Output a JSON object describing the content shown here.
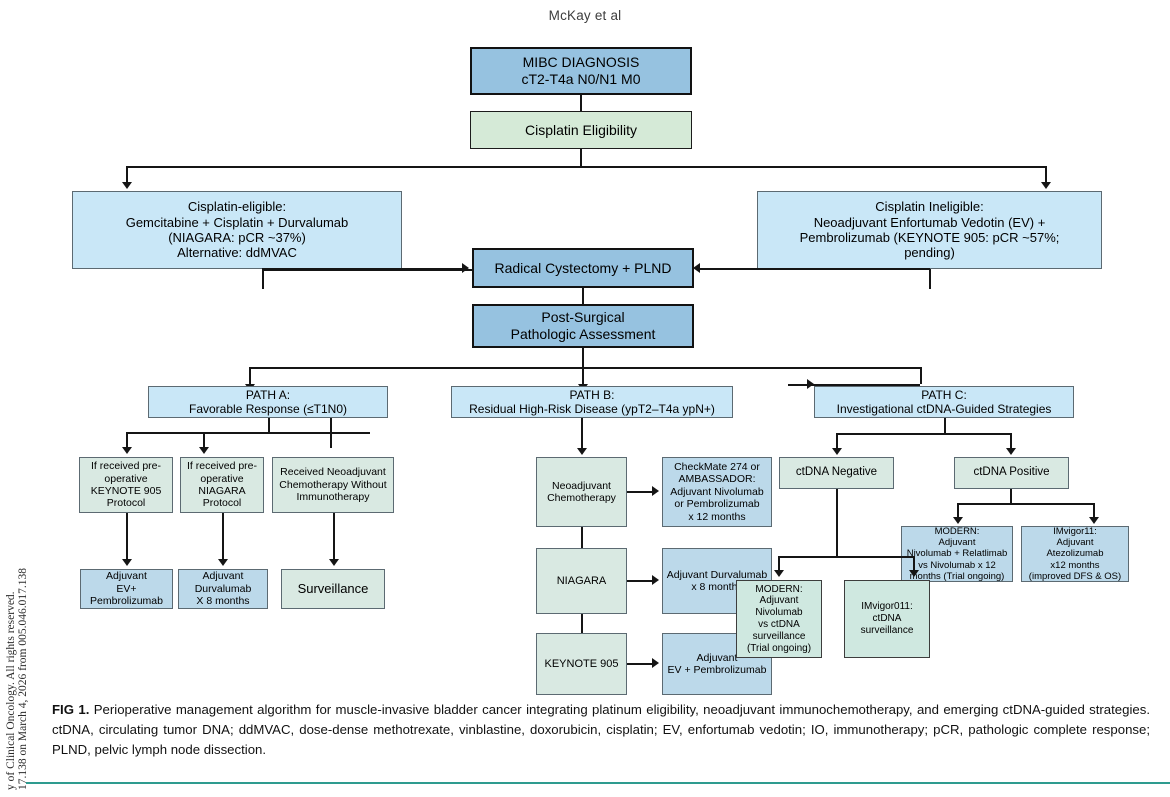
{
  "header": {
    "running_head": "McKay et al"
  },
  "gutter": {
    "line1": "17.138 on March 4, 2026 from 005.046.017.138",
    "line2": "y of Clinical Oncology. All rights reserved."
  },
  "flowchart": {
    "diagnosis": "MIBC DIAGNOSIS\ncT2-T4a N0/N1 M0",
    "eligibility": "Cisplatin Eligibility",
    "cis_eligible": "Cisplatin-eligible:\nGemcitabine + Cisplatin + Durvalumab\n(NIAGARA: pCR ~37%)\nAlternative: ddMVAC",
    "cis_ineligible": "Cisplatin Ineligible:\nNeoadjuvant Enfortumab Vedotin (EV) +\nPembrolizumab  (KEYNOTE 905: pCR ~57%;\npending)",
    "cystectomy": "Radical Cystectomy + PLND",
    "pathology": "Post-Surgical\nPathologic Assessment",
    "path_a": {
      "header": "PATH A:\nFavorable Response (≤T1N0)",
      "nodes": [
        "If received pre-\noperative\nKEYNOTE 905\nProtocol",
        "If received pre-\noperative\nNIAGARA\nProtocol",
        "Received Neoadjuvant\nChemotherapy Without\nImmunotherapy"
      ],
      "outcomes": [
        "Adjuvant\nEV+\nPembrolizumab",
        "Adjuvant\nDurvalumab\nX 8 months",
        "Surveillance"
      ]
    },
    "path_b": {
      "header": "PATH B:\nResidual High-Risk Disease (ypT2–T4a ypN+)",
      "rows": [
        {
          "left": "Neoadjuvant\nChemotherapy",
          "right": "CheckMate 274 or\nAMBASSADOR:\nAdjuvant Nivolumab\nor Pembrolizumab\nx 12 months"
        },
        {
          "left": "NIAGARA",
          "right": "Adjuvant Durvalumab\nx 8 months"
        },
        {
          "left": "KEYNOTE 905",
          "right": "Adjuvant\nEV + Pembrolizumab"
        }
      ]
    },
    "path_c": {
      "header": "PATH C:\nInvestigational ctDNA-Guided Strategies",
      "ctdna_negative": "ctDNA Negative",
      "ctdna_positive": "ctDNA Positive",
      "positive_nodes": [
        "MODERN:\nAdjuvant\nNivolumab + Relatlimab\nvs Nivolumab x 12\nmonths (Trial ongoing)",
        "IMvigor11:\nAdjuvant\nAtezolizumab\nx12 months\n(improved DFS & OS)"
      ],
      "negative_nodes": [
        "MODERN:\nAdjuvant\nNivolumab\nvs ctDNA\nsurveillance\n(Trial ongoing)",
        "IMvigor011:\nctDNA\nsurveillance"
      ]
    }
  },
  "caption": {
    "label": "FIG 1.",
    "text": " Perioperative management algorithm for muscle-invasive bladder cancer integrating platinum eligibility, neoadjuvant immunochemotherapy, and emerging ctDNA-guided strategies. ctDNA, circulating tumor DNA; ddMVAC, dose-dense methotrexate, vinblastine, doxorubicin, cisplatin; EV, enfortumab vedotin; IO, immunotherapy; pCR, pathologic complete response; PLND, pelvic lymph node dissection."
  },
  "colors": {
    "accent_rule": "#2e9b8f",
    "box_dark_blue": "#96c2e0",
    "box_blue": "#c9e7f7",
    "box_green": "#d5ead7",
    "box_mint": "#cfe8e0"
  }
}
